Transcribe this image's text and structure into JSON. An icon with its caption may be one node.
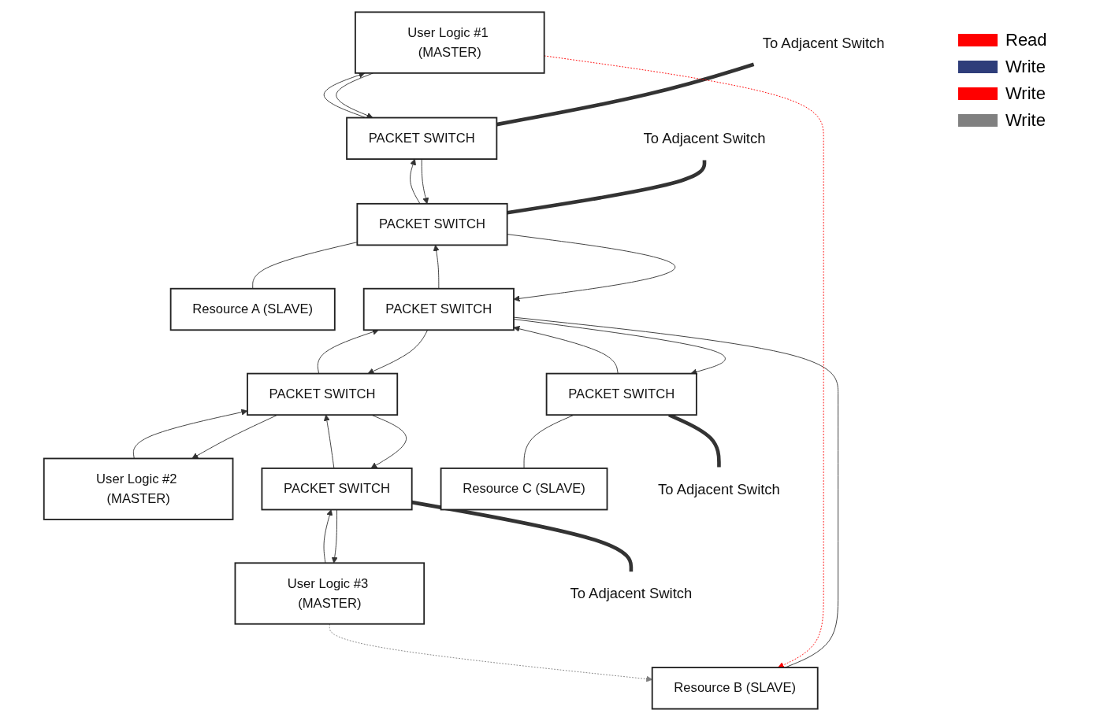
{
  "diagram": {
    "nodes": [
      {
        "text": [
          "User Logic #1 (MASTER)"
        ]
      },
      {
        "text": [
          "PACKET SWITCH"
        ]
      },
      {
        "text": [
          "PACKET SWITCH"
        ]
      },
      {
        "text": [
          "Resource A (SLAVE)"
        ]
      },
      {
        "text": [
          "User Logic #2 (MASTER)"
        ]
      },
      {
        "text": [
          "PACKET SWITCH"
        ]
      },
      {
        "text": [
          "PACKET SWITCH"
        ]
      },
      {
        "text": [
          "Resource B (SLAVE)"
        ]
      },
      {
        "text": [
          "User Logic #3 (MASTER)"
        ]
      },
      {
        "text": [
          "PACKET SWITCH"
        ]
      },
      {
        "text": [
          "PACKET SWITCH"
        ]
      },
      {
        "text": [
          "Resource C (SLAVE)"
        ]
      },
      {
        "text": [
          "To Adjacent Switch"
        ]
      },
      {
        "text": [
          "To Adjacent Switch"
        ]
      },
      {
        "text": [
          "To Adjacent Switch"
        ]
      },
      {
        "text": [
          "To Adjacent Switch"
        ]
      }
    ],
    "edges": [
      {
        "from": 12,
        "to": 1,
        "arrow": "none",
        "style": "thick"
      },
      {
        "from": 13,
        "to": 2,
        "arrow": "none",
        "style": "thick"
      },
      {
        "from": 1,
        "to": 0,
        "arrow": "to"
      },
      {
        "from": 0,
        "to": 1,
        "arrow": "to"
      },
      {
        "from": 2,
        "to": 1,
        "arrow": "to"
      },
      {
        "from": 1,
        "to": 2,
        "arrow": "to"
      },
      {
        "from": 2,
        "to": 3,
        "arrow": "none"
      },
      {
        "from": 2,
        "to": 6,
        "arrow": "to"
      },
      {
        "from": 6,
        "to": 2,
        "arrow": "to"
      },
      {
        "from": 5,
        "to": 4,
        "arrow": "to"
      },
      {
        "from": 4,
        "to": 5,
        "arrow": "to"
      },
      {
        "from": 6,
        "to": 5,
        "arrow": "to"
      },
      {
        "from": 5,
        "to": 6,
        "arrow": "to"
      },
      {
        "from": 6,
        "to": 7,
        "arrow": "none"
      },
      {
        "from": 0,
        "to": 7,
        "arrow": "to",
        "style": "dashed",
        "color": "#ff0000"
      },
      {
        "from": 8,
        "to": 7,
        "arrow": "to",
        "style": "dashed",
        "color": "#808080"
      },
      {
        "from": 5,
        "to": 9,
        "arrow": "to"
      },
      {
        "from": 9,
        "to": 5,
        "arrow": "to"
      },
      {
        "from": 6,
        "to": 10,
        "arrow": "to"
      },
      {
        "from": 10,
        "to": 6,
        "arrow": "to"
      },
      {
        "from": 9,
        "to": 8,
        "arrow": "to"
      },
      {
        "from": 8,
        "to": 9,
        "arrow": "to"
      },
      {
        "from": 10,
        "to": 11,
        "arrow": "none"
      },
      {
        "from": 9,
        "to": 14,
        "arrow": "none",
        "style": "thick"
      },
      {
        "from": 10,
        "to": 15,
        "arrow": "none",
        "style": "thick"
      }
    ],
    "legend": [
      {
        "text": "Read",
        "color": "#ff0000"
      },
      {
        "text": "Write",
        "color": "#2e3d7a"
      },
      {
        "text": "Write",
        "color": "#ff0000"
      },
      {
        "text": "Write",
        "color": "#808080"
      }
    ]
  }
}
